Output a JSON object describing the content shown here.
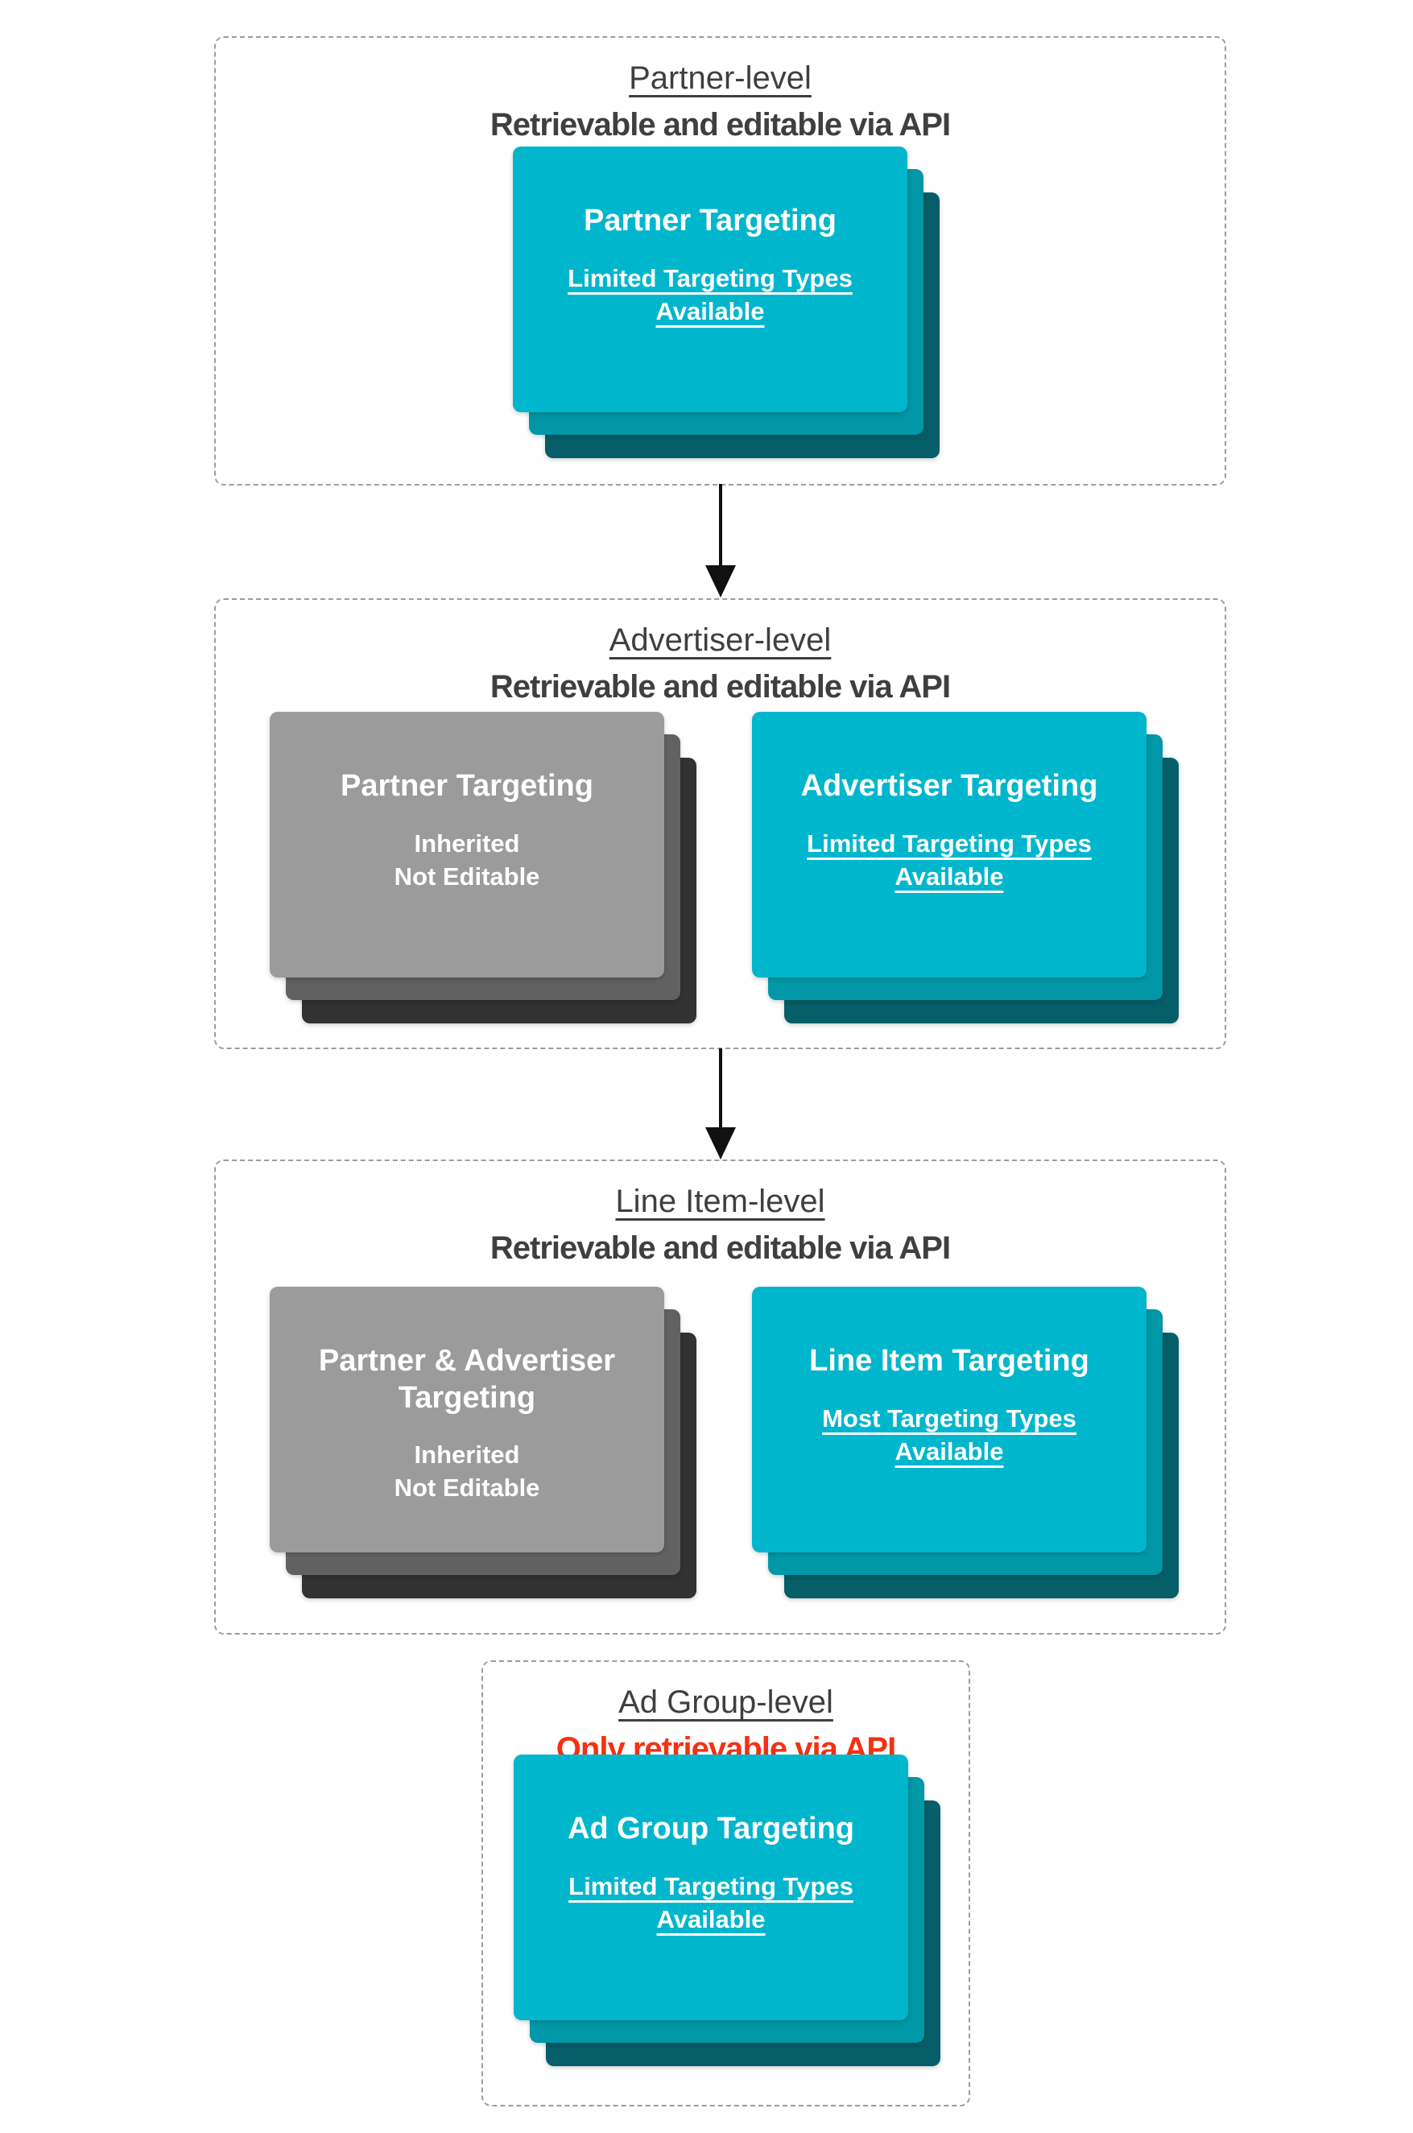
{
  "colors": {
    "teal": "#00B6CD",
    "teal_mid": "#0097A7",
    "teal_dark": "#055E68",
    "gray": "#9B9B9B",
    "gray_mid": "#616161",
    "gray_dark": "#323232",
    "heading": "#3F3F3F",
    "red": "#F43112",
    "border": "#9E9E9E",
    "card_text": "#FFFFFF",
    "arrow": "#111111"
  },
  "sections": [
    {
      "title": "Partner-level",
      "subtitle": "Retrievable and editable via API",
      "cards": [
        {
          "title": "Partner Targeting",
          "subtitle": "Limited Targeting Types\nAvailable"
        }
      ]
    },
    {
      "title": "Advertiser-level",
      "subtitle": "Retrievable and editable via API",
      "cards": [
        {
          "title": "Partner Targeting",
          "subtitle": "Inherited\nNot Editable"
        },
        {
          "title": "Advertiser Targeting",
          "subtitle": "Limited Targeting Types\nAvailable"
        }
      ]
    },
    {
      "title": "Line Item-level",
      "subtitle": "Retrievable and editable via API",
      "cards": [
        {
          "title": "Partner & Advertiser\nTargeting",
          "subtitle": "Inherited\nNot Editable"
        },
        {
          "title": "Line Item Targeting",
          "subtitle": "Most Targeting Types\nAvailable"
        }
      ]
    },
    {
      "title": "Ad Group-level",
      "subtitle": "Only retrievable via API",
      "cards": [
        {
          "title": "Ad Group Targeting",
          "subtitle": "Limited Targeting Types\nAvailable"
        }
      ]
    }
  ]
}
